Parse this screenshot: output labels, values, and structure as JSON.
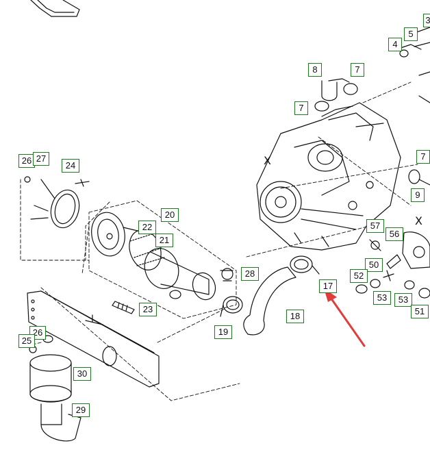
{
  "labels": {
    "l3": "3",
    "l5": "5",
    "l4": "4",
    "l8": "8",
    "l7a": "7",
    "l7b": "7",
    "l7c": "7",
    "l9": "9",
    "l26a": "26",
    "l27": "27",
    "l24": "24",
    "l20": "20",
    "l22": "22",
    "l21": "21",
    "l57": "57",
    "l56": "56",
    "l50": "50",
    "l52": "52",
    "l53a": "53",
    "l53b": "53",
    "l51": "51",
    "l28": "28",
    "l17": "17",
    "l23": "23",
    "l18": "18",
    "l19": "19",
    "l26b": "26",
    "l25": "25",
    "l30": "30",
    "l29": "29"
  },
  "marks": {
    "x1": "X",
    "x2": "X"
  },
  "colors": {
    "label_border": "#1f7a1f",
    "arrow": "#e23b3b",
    "line": "#111111"
  }
}
